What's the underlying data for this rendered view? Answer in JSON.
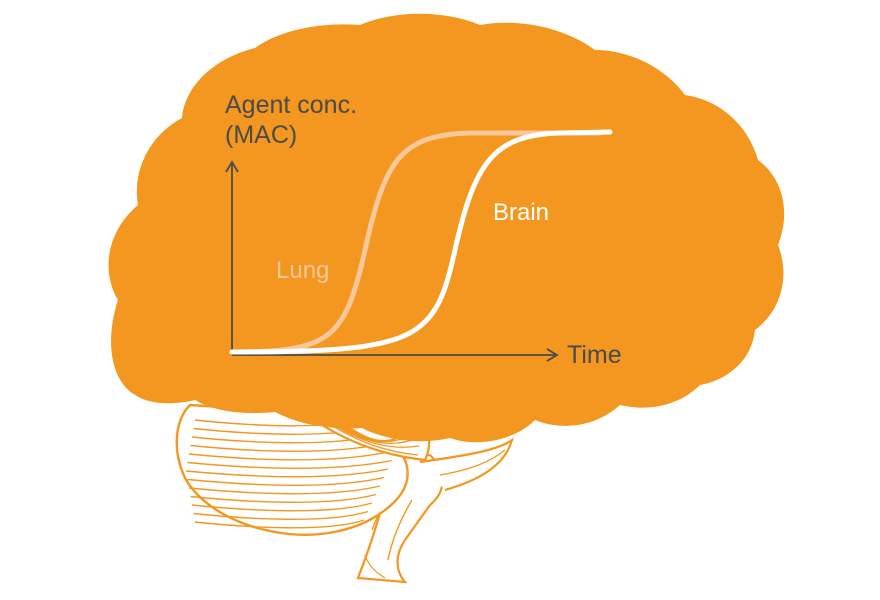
{
  "diagram": {
    "y_axis_label_line1": "Agent conc.",
    "y_axis_label_line2": "(MAC)",
    "x_axis_label": "Time",
    "curves": [
      {
        "label": "Lung",
        "color": "#f9c89a"
      },
      {
        "label": "Brain",
        "color": "#ffffff"
      }
    ]
  },
  "colors": {
    "brain_fill": "#f39720",
    "cerebellum_stroke": "#f39720",
    "axis": "#4a4a4a",
    "background": "#ffffff"
  },
  "icons": {
    "brain": "brain-silhouette-icon",
    "cerebellum": "cerebellum-icon",
    "brainstem": "brainstem-icon"
  }
}
